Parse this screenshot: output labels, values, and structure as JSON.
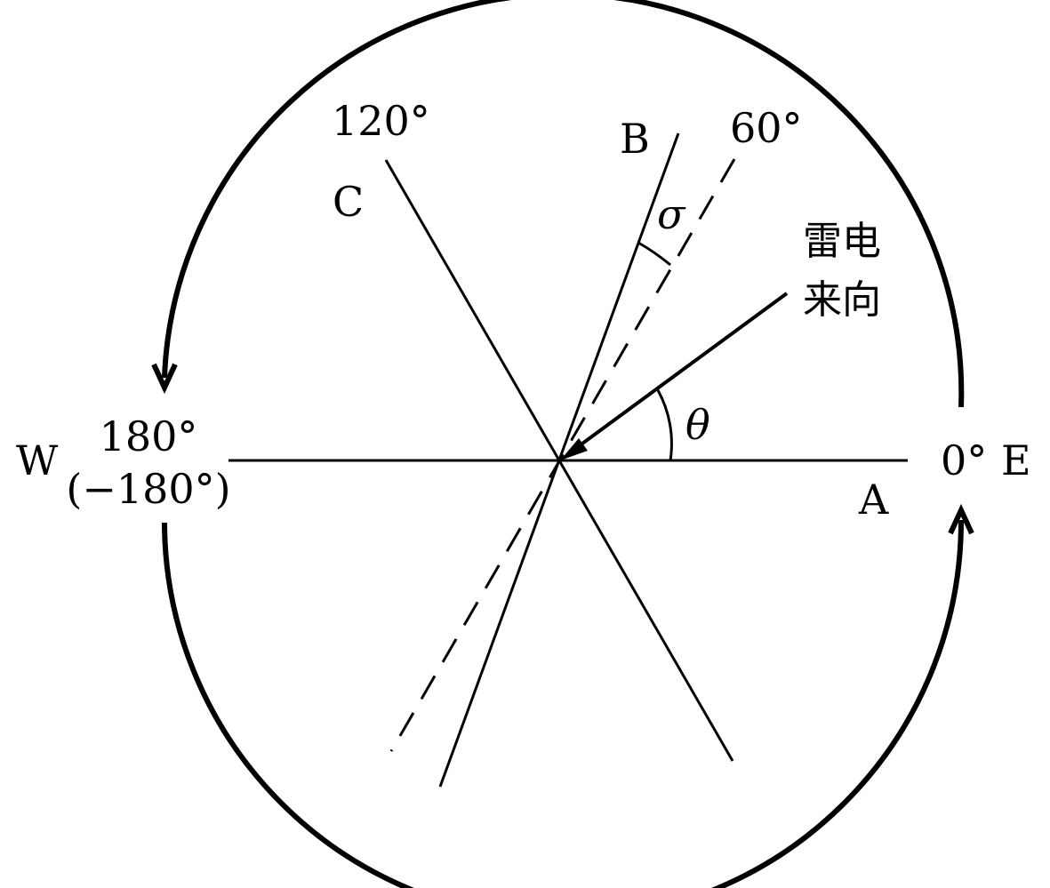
{
  "colors": {
    "stroke": "#000000",
    "background": "#ffffff"
  },
  "labels": {
    "west": "W",
    "west_angle": "180°",
    "west_angle_alt": "(−180°)",
    "east_angle": "0°",
    "east": "E",
    "line_a": "A",
    "line_b": "B",
    "line_c": "C",
    "angle_120": "120°",
    "angle_60": "60°",
    "sigma": "σ",
    "theta": "θ",
    "lightning_line1": "雷电",
    "lightning_line2": "来向"
  },
  "icons": {
    "top_arc_arrow": "arrowhead-down",
    "bottom_arc_arrow": "arrowhead-up",
    "incoming_direction_arrow": "arrowhead"
  }
}
